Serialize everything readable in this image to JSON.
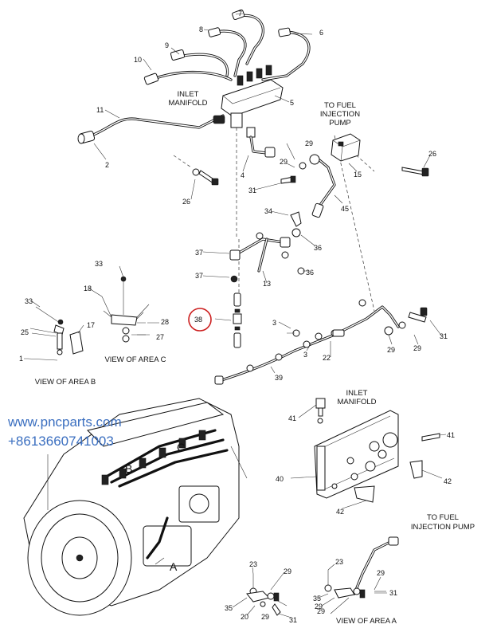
{
  "labels": {
    "inlet_manifold_top": [
      "INLET",
      "MANIFOLD"
    ],
    "to_fuel_pump_top": [
      "TO FUEL",
      "INJECTION",
      "PUMP"
    ],
    "inlet_manifold_right": [
      "INLET",
      "MANIFOLD"
    ],
    "to_fuel_pump_bottom": [
      "TO FUEL",
      "INJECTION PUMP"
    ],
    "view_area_b": "VIEW OF AREA  B",
    "view_area_c": "VIEW OF AREA  C",
    "view_area_a": "VIEW OF AREA  A",
    "engine_letter_a": "A",
    "engine_letter_b": "B",
    "engine_letter_c": "C"
  },
  "callouts": {
    "c7": "7",
    "c8": "8",
    "c6": "6",
    "c9": "9",
    "c10": "10",
    "c5": "5",
    "c11": "11",
    "c2": "2",
    "c4": "4",
    "c26a": "26",
    "c29a": "29",
    "c29b": "29",
    "c31a": "31",
    "c15": "15",
    "c26b": "26",
    "c45": "45",
    "c34": "34",
    "c36a": "36",
    "c37a": "37",
    "c37b": "37",
    "c13": "13",
    "c36b": "36",
    "c33a": "33",
    "c18": "18",
    "c33b": "33",
    "c17": "17",
    "c25": "25",
    "c1": "1",
    "c28": "28",
    "c27": "27",
    "c38": "38",
    "c3a": "3",
    "c3b": "3",
    "c22": "22",
    "c39": "39",
    "c29c": "29",
    "c29d": "29",
    "c31b": "31",
    "c41a": "41",
    "c41b": "41",
    "c40": "40",
    "c42a": "42",
    "c42b": "42",
    "c23a": "23",
    "c29e": "29",
    "c35a": "35",
    "c20": "20",
    "c29f": "29",
    "c31c": "31",
    "c23b": "23",
    "c29g": "29",
    "c35b": "35",
    "c29h": "29",
    "c31d": "31",
    "c29i": "29"
  },
  "watermark": {
    "url": "www.pncparts.com",
    "phone": "+8613660741003",
    "color": "#3b6fc0"
  },
  "highlight": {
    "color": "#cc1f1f"
  }
}
